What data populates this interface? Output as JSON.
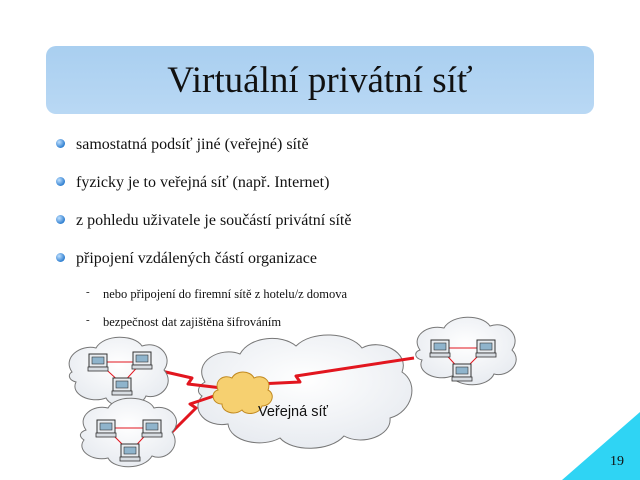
{
  "slide": {
    "title": "Virtuální privátní síť",
    "bullets": [
      "samostatná podsíť jiné (veřejné) sítě",
      "fyzicky je to veřejná síť (např. Internet)",
      "z pohledu uživatele je součástí privátní sítě",
      "připojení vzdálených částí organizace"
    ],
    "subbullets": [
      "nebo připojení do firemní sítě z hotelu/z domova",
      "bezpečnost dat zajištěna šifrováním"
    ],
    "diagram": {
      "public_net_label": "Veřejná síť"
    },
    "page_number": "19",
    "colors": {
      "title_bg": "#b1d4f2",
      "corner": "#2fd4f4",
      "link": "#e2161f",
      "cloud_core": "#f6d070"
    }
  }
}
